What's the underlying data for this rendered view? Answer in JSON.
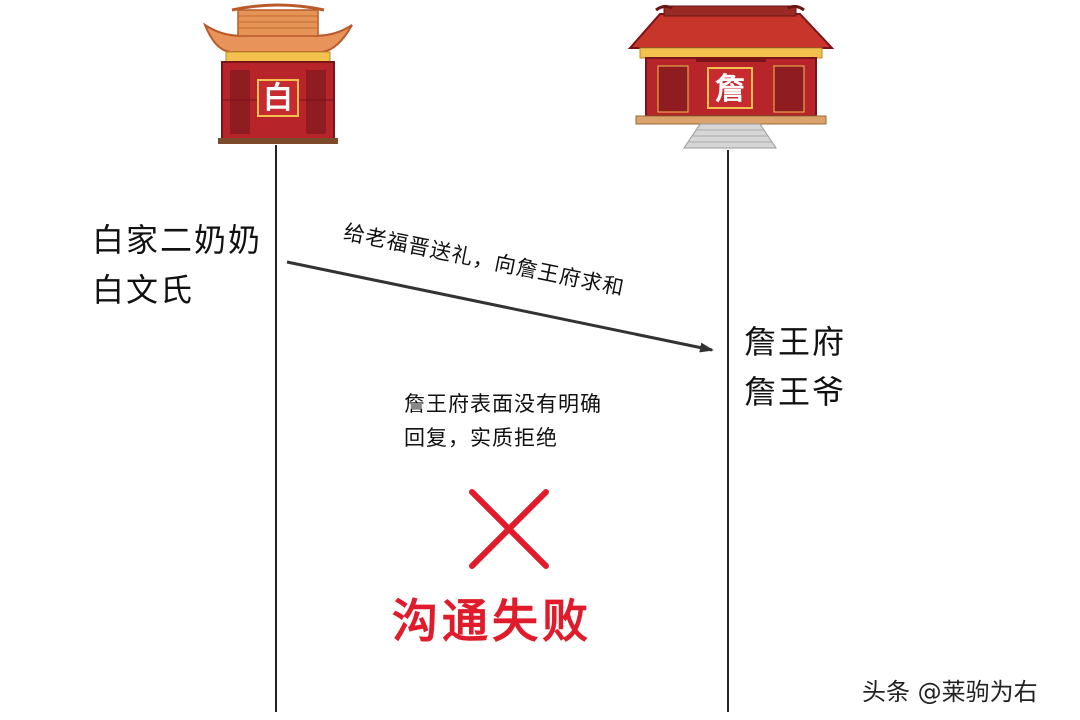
{
  "left_party": {
    "building_char": "白",
    "line1": "白家二奶奶",
    "line2": "白文氏"
  },
  "right_party": {
    "building_char": "詹",
    "line1": "詹王府",
    "line2": "詹王爷"
  },
  "message": {
    "text": "给老福晋送礼，向詹王府求和"
  },
  "response": {
    "line1": "詹王府表面没有明确",
    "line2": "回复，实质拒绝"
  },
  "result": {
    "text": "沟通失败",
    "color": "#e01b2b"
  },
  "watermark": {
    "text": "头条 @莱驹为右"
  },
  "colors": {
    "wall": "#b7252a",
    "roof_left": "#e8935a",
    "roof_right": "#c8362b",
    "gold": "#f2c14e",
    "line": "#222222"
  }
}
